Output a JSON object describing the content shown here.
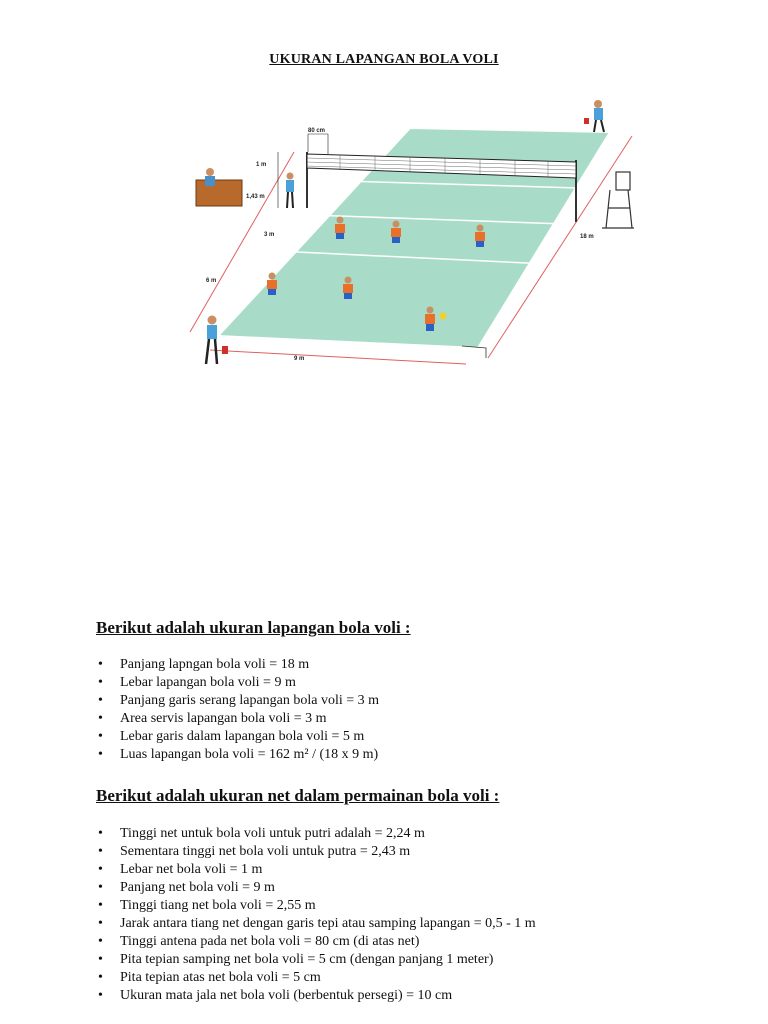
{
  "document": {
    "title": "UKURAN LAPANGAN BOLA VOLI"
  },
  "diagram": {
    "labels": {
      "antenna_height": "80 cm",
      "net_width": "1 m",
      "net_lower_height": "1,43 m",
      "attack_zone": "3 m",
      "back_zone": "6 m",
      "court_width": "9 m",
      "court_length": "18 m"
    }
  },
  "court_section": {
    "heading": "Berikut adalah ukuran lapangan bola voli :",
    "items": [
      "Panjang lapngan bola voli = 18 m",
      "Lebar lapangan bola voli = 9 m",
      "Panjang garis serang lapangan bola voli = 3 m",
      "Area servis lapangan bola voli = 3 m",
      "Lebar garis dalam lapangan bola voli = 5 m",
      "Luas lapangan bola voli = 162 m² / (18 x 9 m)"
    ]
  },
  "net_section": {
    "heading": "Berikut adalah ukuran net dalam permainan bola voli :",
    "items": [
      "Tinggi net untuk bola voli untuk putri adalah = 2,24 m",
      "Sementara tinggi net bola voli untuk putra = 2,43 m",
      "Lebar net bola voli = 1 m",
      "Panjang net bola voli = 9 m",
      "Tinggi tiang net bola voli = 2,55 m",
      "Jarak antara tiang net dengan garis tepi atau samping lapangan = 0,5 - 1 m",
      "Tinggi antena pada net bola voli = 80 cm (di atas net)",
      "Pita tepian samping net bola voli = 5 cm (dengan panjang 1 meter)",
      "Pita tepian atas net bola voli = 5 cm",
      "Ukuran mata jala net bola voli (berbentuk persegi) = 10 cm"
    ]
  }
}
